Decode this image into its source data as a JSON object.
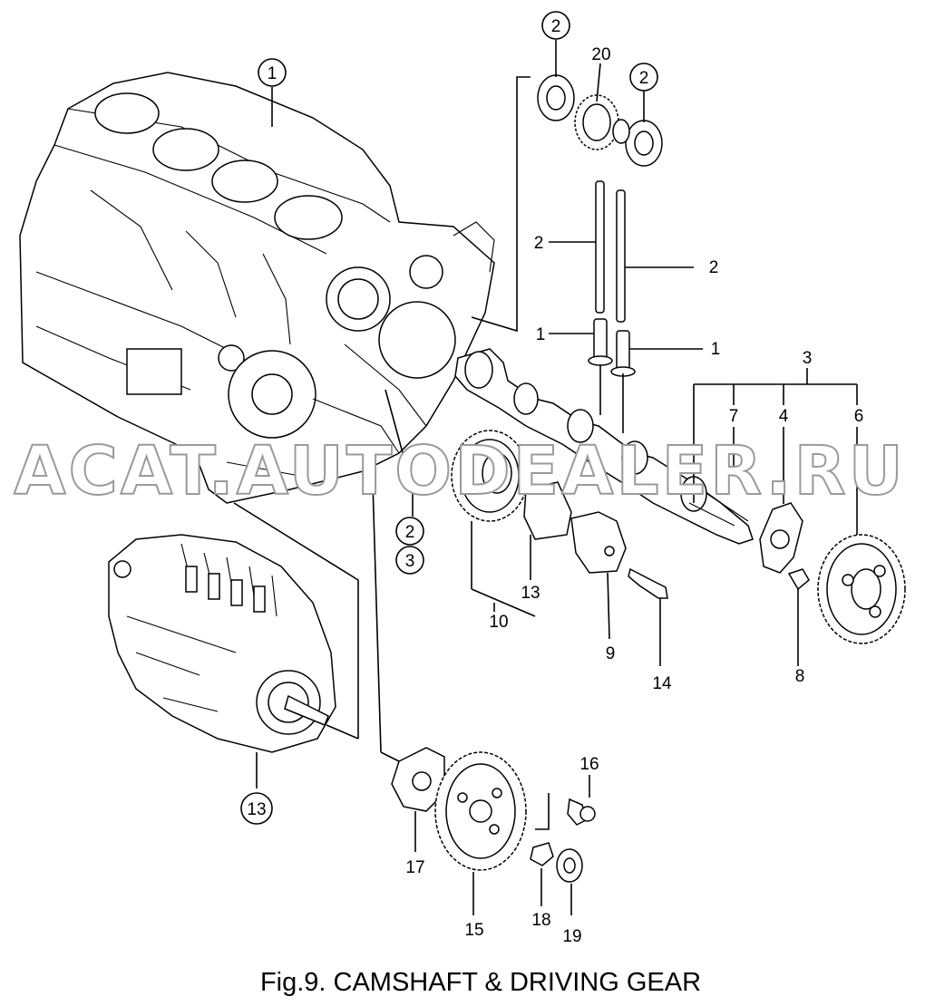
{
  "caption": "Fig.9.  CAMSHAFT & DRIVING GEAR",
  "watermark": "ACAT.AUTODEALER.RU",
  "callouts": {
    "c1": "1",
    "c2a": "2",
    "c2b": "2",
    "c2c": "2",
    "c3": "3",
    "c13": "13",
    "c20": "20",
    "pushrod_left": "2",
    "pushrod_right": "2",
    "tappet_left": "1",
    "tappet_right": "1",
    "assy_3": "3",
    "key_7": "7",
    "plate_4": "4",
    "gear_6": "6",
    "bolt_8": "8",
    "bearing_13": "13",
    "gear_assy_10": "10",
    "thrust_9": "9",
    "bolt_14": "14",
    "bolt_16": "16",
    "flange_17": "17",
    "gear_15": "15",
    "washer_18": "18",
    "nut_19": "19"
  },
  "icons": [
    "cylinder-block-illustration",
    "fuel-injection-pump-illustration",
    "camshaft-illustration",
    "gear-illustration",
    "bearing-illustration"
  ]
}
